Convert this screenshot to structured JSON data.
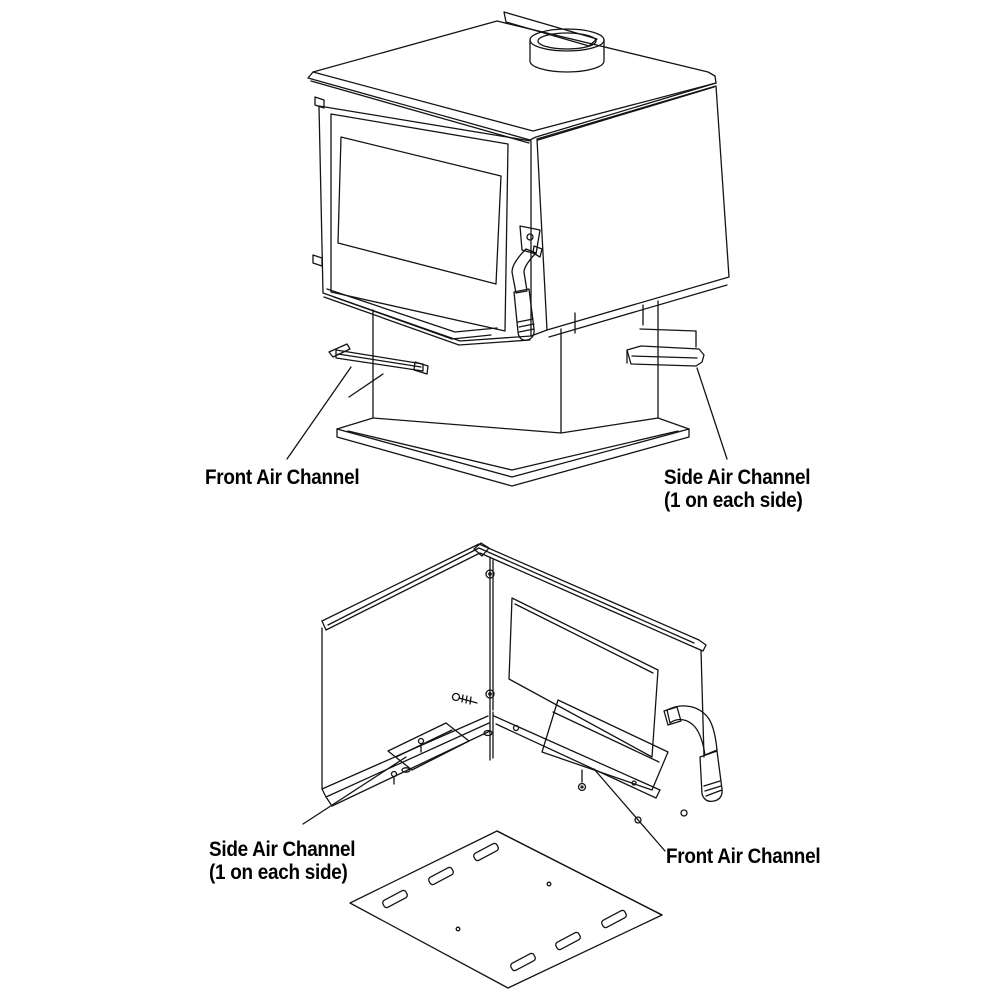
{
  "page": {
    "background_color": "#ffffff",
    "line_color": "#141414",
    "gray_accent_color": "#8f8f8f"
  },
  "diagrams": {
    "top": {
      "description": "wood stove assembled view",
      "labels": {
        "front_air_channel": "Front Air Channel",
        "side_air_channel_line1": "Side Air Channel",
        "side_air_channel_line2": "(1 on each side)"
      }
    },
    "bottom": {
      "description": "wood stove underside view",
      "labels": {
        "side_air_channel_line1": "Side Air Channel",
        "side_air_channel_line2": "(1 on each side)",
        "front_air_channel": "Front Air Channel"
      }
    }
  }
}
